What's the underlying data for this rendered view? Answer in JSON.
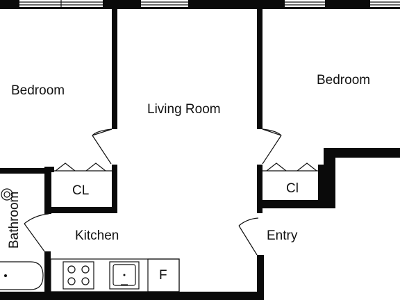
{
  "rooms": {
    "bedroom_left": "Bedroom",
    "bedroom_right": "Bedroom",
    "living_room": "Living Room",
    "closet_left": "CL",
    "closet_right": "Cl",
    "bathroom": "Bathroom",
    "kitchen": "Kitchen",
    "entry": "Entry",
    "fridge": "F"
  },
  "colors": {
    "wall": "#0a0a0a",
    "line": "#111111",
    "background": "#ffffff"
  }
}
